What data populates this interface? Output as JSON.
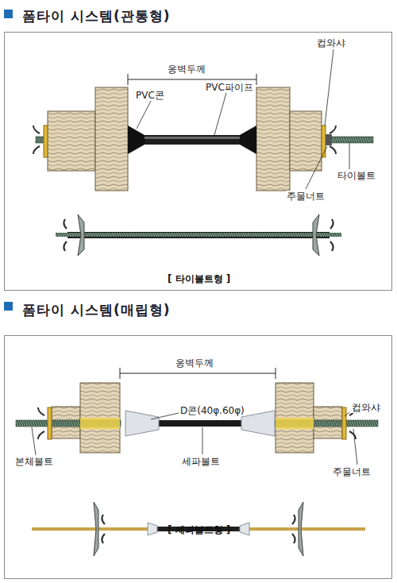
{
  "diagram": {
    "nodes": [
      {
        "text": [
          "폼타이 시스템(관통형)",
          "[ 타이볼트형 ]"
        ]
      },
      {
        "text": [
          "폼타이 시스템(매립형)",
          "[ 세파볼트형 ]"
        ]
      }
    ],
    "labels": [
      "옹벽두께",
      "PVC콘",
      "PVC파이프",
      "컵와샤",
      "타이볼트",
      "주물너트",
      "옹벽두께",
      "D콘(40φ.60φ)",
      "세파볼트",
      "컵와샤",
      "본체볼트",
      "주물너트"
    ]
  }
}
